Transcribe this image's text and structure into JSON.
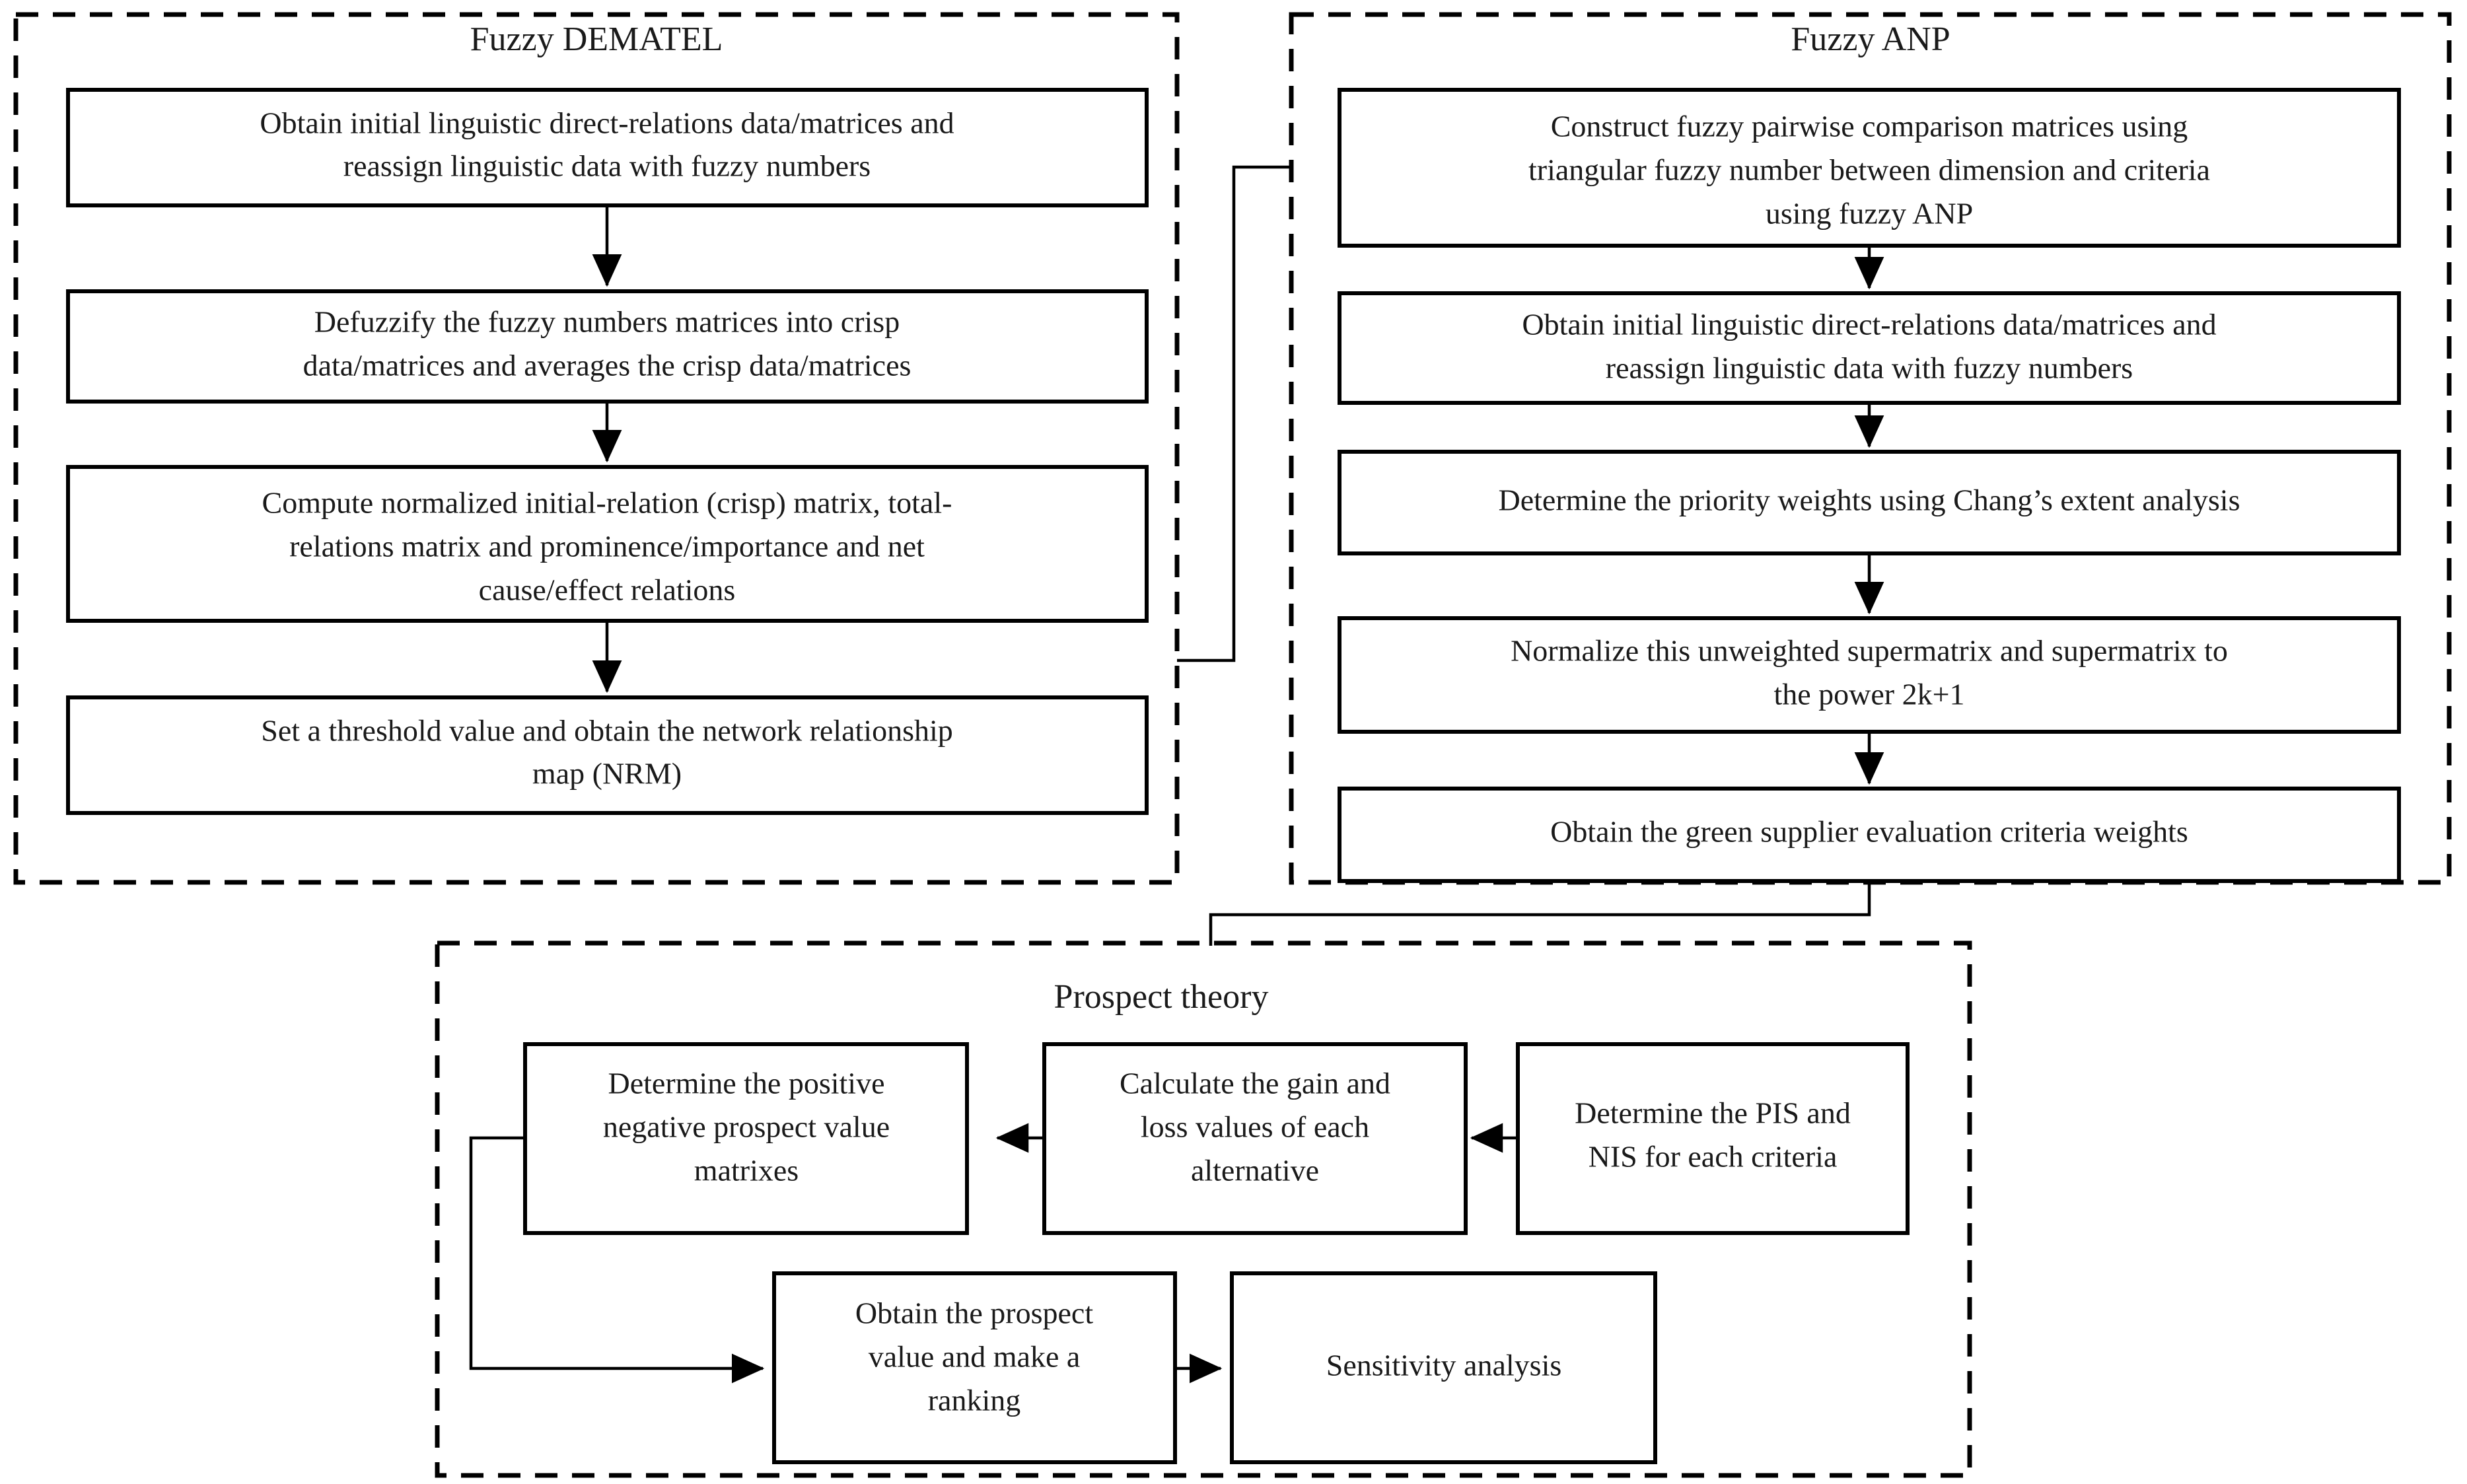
{
  "figure": {
    "type": "flowchart",
    "orientation": "left-to-right then down",
    "background": "#ffffff",
    "stroke_color": "#000000",
    "text_color": "#1a1a1a"
  },
  "panels": [
    {
      "id": "fuzzy-dematel",
      "title": "Fuzzy DEMATEL",
      "nodes": [
        {
          "id": "dematel-1",
          "lines": [
            "Obtain initial linguistic direct-relations data/matrices and",
            "reassign linguistic data with fuzzy numbers"
          ]
        },
        {
          "id": "dematel-2",
          "lines": [
            "Defuzzify the fuzzy numbers matrices into crisp",
            "data/matrices and averages the crisp data/matrices"
          ]
        },
        {
          "id": "dematel-3",
          "lines": [
            "Compute normalized initial-relation (crisp) matrix, total-",
            "relations matrix and prominence/importance and net",
            "cause/effect relations"
          ]
        },
        {
          "id": "dematel-4",
          "lines": [
            "Set a threshold value and obtain the network relationship",
            "map (NRM)"
          ]
        }
      ]
    },
    {
      "id": "fuzzy-anp",
      "title": "Fuzzy ANP",
      "nodes": [
        {
          "id": "anp-1",
          "lines": [
            "Construct fuzzy pairwise comparison matrices using",
            "triangular fuzzy number between dimension and criteria",
            "using fuzzy ANP"
          ]
        },
        {
          "id": "anp-2",
          "lines": [
            "Obtain initial linguistic direct-relations data/matrices and",
            "reassign linguistic data with fuzzy numbers"
          ]
        },
        {
          "id": "anp-3",
          "lines": [
            "Determine the priority weights using Chang’s extent analysis"
          ]
        },
        {
          "id": "anp-4",
          "lines": [
            "Normalize this unweighted supermatrix and supermatrix to",
            "the power 2k+1"
          ]
        },
        {
          "id": "anp-5",
          "lines": [
            "Obtain the green supplier evaluation criteria weights"
          ]
        }
      ]
    },
    {
      "id": "prospect-theory",
      "title": "Prospect theory",
      "nodes": [
        {
          "id": "pt-pis-nis",
          "lines": [
            "Determine the PIS and",
            "NIS for each criteria"
          ]
        },
        {
          "id": "pt-gain-loss",
          "lines": [
            "Calculate the gain and",
            "loss values of each",
            "alternative"
          ]
        },
        {
          "id": "pt-prospect-matrix",
          "lines": [
            "Determine the positive",
            "negative prospect value",
            "matrixes"
          ]
        },
        {
          "id": "pt-ranking",
          "lines": [
            "Obtain the prospect",
            "value and make a",
            "ranking"
          ]
        },
        {
          "id": "pt-sensitivity",
          "lines": [
            "Sensitivity analysis"
          ]
        }
      ]
    }
  ],
  "flow_edges": [
    {
      "from": "dematel-1",
      "to": "dematel-2",
      "direction": "down"
    },
    {
      "from": "dematel-2",
      "to": "dematel-3",
      "direction": "down"
    },
    {
      "from": "dematel-3",
      "to": "dematel-4",
      "direction": "down"
    },
    {
      "from": "fuzzy-dematel",
      "to": "anp-1",
      "direction": "right-up"
    },
    {
      "from": "anp-1",
      "to": "anp-2",
      "direction": "down"
    },
    {
      "from": "anp-2",
      "to": "anp-3",
      "direction": "down"
    },
    {
      "from": "anp-3",
      "to": "anp-4",
      "direction": "down"
    },
    {
      "from": "anp-4",
      "to": "anp-5",
      "direction": "down"
    },
    {
      "from": "anp-5",
      "to": "prospect-theory",
      "direction": "down-left"
    },
    {
      "from": "pt-pis-nis",
      "to": "pt-gain-loss",
      "direction": "left"
    },
    {
      "from": "pt-gain-loss",
      "to": "pt-prospect-matrix",
      "direction": "left"
    },
    {
      "from": "pt-prospect-matrix",
      "to": "pt-ranking",
      "direction": "left-down-right"
    },
    {
      "from": "pt-ranking",
      "to": "pt-sensitivity",
      "direction": "right"
    }
  ]
}
